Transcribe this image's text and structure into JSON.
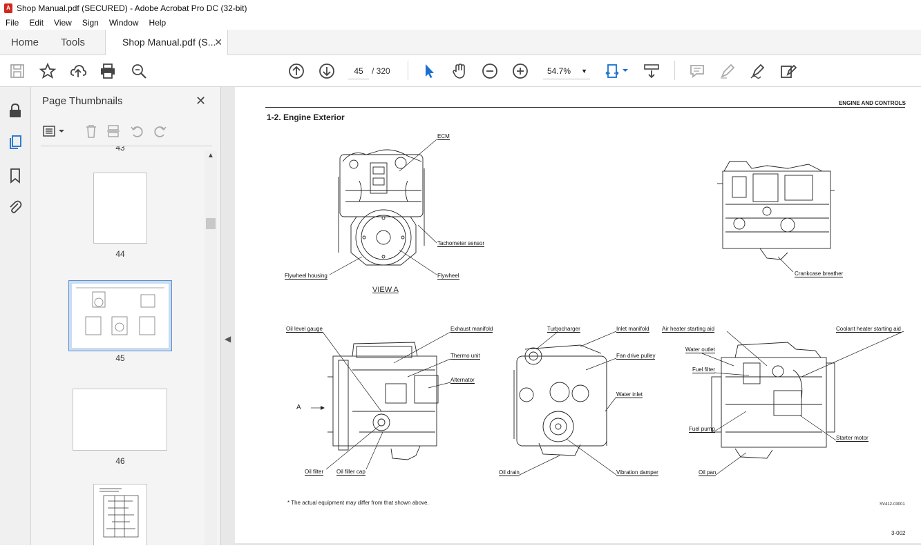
{
  "window": {
    "title": "Shop Manual.pdf (SECURED) - Adobe Acrobat Pro DC (32-bit)"
  },
  "menu": [
    "File",
    "Edit",
    "View",
    "Sign",
    "Window",
    "Help"
  ],
  "tabs": {
    "home": "Home",
    "tools": "Tools",
    "document": "Shop Manual.pdf (S..."
  },
  "toolbar": {
    "page_current": "45",
    "page_total": "/ 320",
    "zoom": "54.7%"
  },
  "panel": {
    "title": "Page Thumbnails",
    "thumbs": [
      {
        "label": "44"
      },
      {
        "label": "45"
      },
      {
        "label": "46"
      }
    ],
    "top_partial_label": "43"
  },
  "page": {
    "header": "ENGINE AND CONTROLS",
    "section": "1-2. Engine Exterior",
    "view_a": "VIEW A",
    "labels": {
      "ecm": "ECM",
      "tachometer": "Tachometer sensor",
      "flywheel_housing": "Flywheel housing",
      "flywheel": "Flywheel",
      "crankcase": "Crankcase breather",
      "oil_level": "Oil level gauge",
      "exhaust": "Exhaust manifold",
      "thermo": "Thermo unit",
      "alternator": "Alternator",
      "arrow_a": "A",
      "oil_filter": "Oil filter",
      "oil_filler": "Oil filler cap",
      "turbo": "Turbocharger",
      "inlet": "Inlet manifold",
      "fan_pulley": "Fan drive pulley",
      "water_inlet": "Water inlet",
      "oil_drain": "Oil drain",
      "vibration": "Vibration damper",
      "air_heater": "Air heater starting aid",
      "coolant_heater": "Coolant heater starting aid",
      "water_outlet": "Water outlet",
      "fuel_filter": "Fuel filter",
      "fuel_pump": "Fuel pump",
      "starter": "Starter motor",
      "oil_pan": "Oil pan"
    },
    "note": "* The actual equipment may differ from that shown above.",
    "code": "SV412-03001",
    "page_number": "3-002"
  }
}
